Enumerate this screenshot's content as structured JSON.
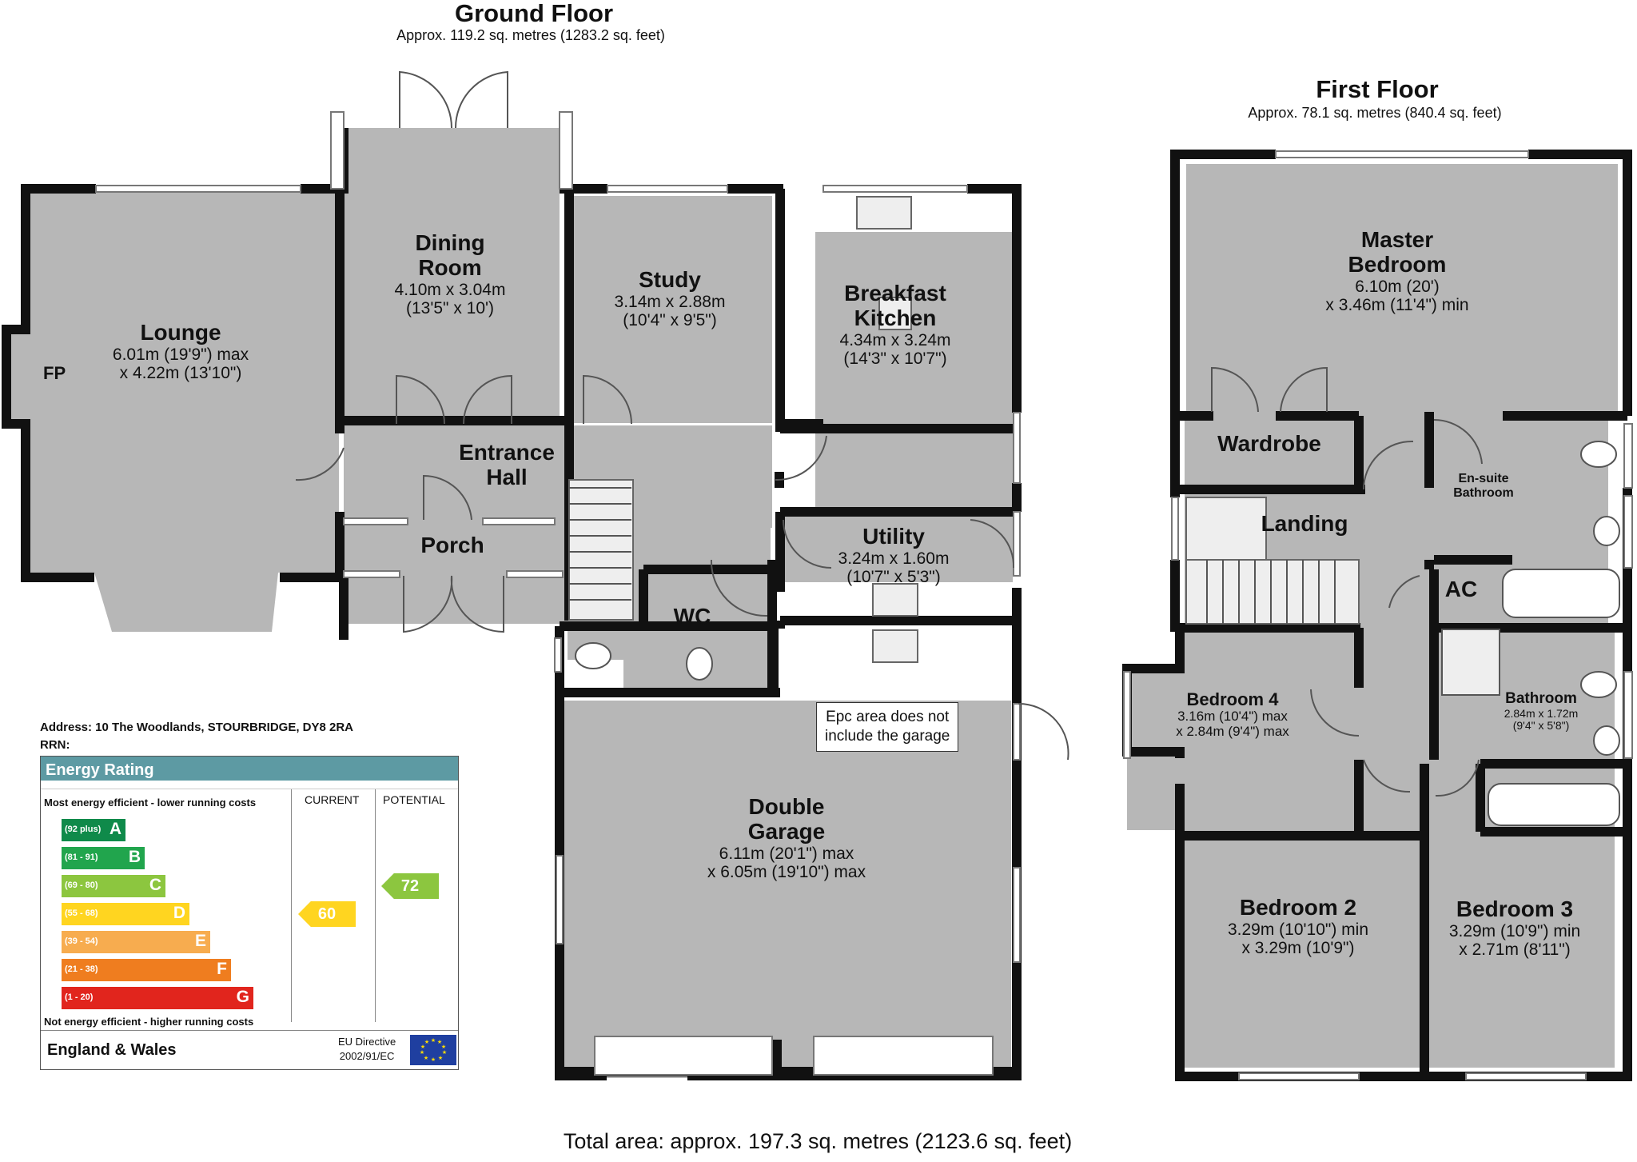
{
  "ground_floor": {
    "title": "Ground Floor",
    "area": "Approx. 119.2 sq. metres (1283.2 sq. feet)",
    "rooms": [
      {
        "id": "lounge",
        "name": "Lounge",
        "dims": [
          "6.01m (19'9\") max",
          "x 4.22m (13'10\")"
        ]
      },
      {
        "id": "dining",
        "name": "Dining",
        "name2": "Room",
        "dims": [
          "4.10m x 3.04m",
          "(13'5\" x 10')"
        ]
      },
      {
        "id": "study",
        "name": "Study",
        "dims": [
          "3.14m x 2.88m",
          "(10'4\" x 9'5\")"
        ]
      },
      {
        "id": "kitchen",
        "name": "Breakfast",
        "name2": "Kitchen",
        "dims": [
          "4.34m x 3.24m",
          "(14'3\" x 10'7\")"
        ]
      },
      {
        "id": "hall",
        "name": "Entrance",
        "name2": "Hall",
        "dims": []
      },
      {
        "id": "porch",
        "name": "Porch",
        "dims": []
      },
      {
        "id": "utility",
        "name": "Utility",
        "dims": [
          "3.24m x 1.60m",
          "(10'7\" x 5'3\")"
        ]
      },
      {
        "id": "wc",
        "name": "WC",
        "dims": []
      },
      {
        "id": "garage",
        "name": "Double",
        "name2": "Garage",
        "dims": [
          "6.11m (20'1\") max",
          "x 6.05m (19'10\") max"
        ]
      }
    ],
    "fp_label": "FP",
    "note": [
      "Epc area does not",
      "include the garage"
    ]
  },
  "first_floor": {
    "title": "First Floor",
    "area": "Approx. 78.1 sq. metres (840.4 sq. feet)",
    "rooms": [
      {
        "id": "master",
        "name": "Master",
        "name2": "Bedroom",
        "dims": [
          "6.10m (20')",
          "x 3.46m (11'4\") min"
        ]
      },
      {
        "id": "wardrobe",
        "name": "Wardrobe",
        "dims": []
      },
      {
        "id": "ensuite",
        "name": "En-suite",
        "name2": "Bathroom",
        "dims": []
      },
      {
        "id": "landing",
        "name": "Landing",
        "dims": []
      },
      {
        "id": "ac",
        "name": "AC",
        "dims": []
      },
      {
        "id": "bed4",
        "name": "Bedroom 4",
        "dims": [
          "3.16m (10'4\") max",
          "x 2.84m (9'4\") max"
        ]
      },
      {
        "id": "bath",
        "name": "Bathroom",
        "dims": [
          "2.84m x 1.72m",
          "(9'4\" x 5'8\")"
        ]
      },
      {
        "id": "bed2",
        "name": "Bedroom 2",
        "dims": [
          "3.29m (10'10\") min",
          "x 3.29m (10'9\")"
        ]
      },
      {
        "id": "bed3",
        "name": "Bedroom 3",
        "dims": [
          "3.29m (10'9\") min",
          "x 2.71m (8'11\")"
        ]
      }
    ]
  },
  "total": "Total area: approx. 197.3 sq. metres (2123.6 sq. feet)",
  "epc": {
    "address": "Address: 10 The Woodlands, STOURBRIDGE, DY8 2RA",
    "rrn": "RRN:",
    "heading": "Energy Rating",
    "top_caption": "Most energy efficient - lower running costs",
    "bottom_caption": "Not energy efficient - higher running costs",
    "current_label": "CURRENT",
    "potential_label": "POTENTIAL",
    "region": "England & Wales",
    "directive": [
      "EU Directive",
      "2002/91/EC"
    ],
    "bands": [
      {
        "range": "(92 plus)",
        "letter": "A",
        "color": "#0f8a4a"
      },
      {
        "range": "(81 - 91)",
        "letter": "B",
        "color": "#21a54d"
      },
      {
        "range": "(69 - 80)",
        "letter": "C",
        "color": "#8cc63f"
      },
      {
        "range": "(55 - 68)",
        "letter": "D",
        "color": "#ffd520"
      },
      {
        "range": "(39 - 54)",
        "letter": "E",
        "color": "#f7ac4f"
      },
      {
        "range": "(21 - 38)",
        "letter": "F",
        "color": "#ef7d1f"
      },
      {
        "range": "(1 - 20)",
        "letter": "G",
        "color": "#e1251d"
      }
    ],
    "current": {
      "value": "60",
      "color": "#ffd520"
    },
    "potential": {
      "value": "72",
      "color": "#8cc63f"
    }
  }
}
